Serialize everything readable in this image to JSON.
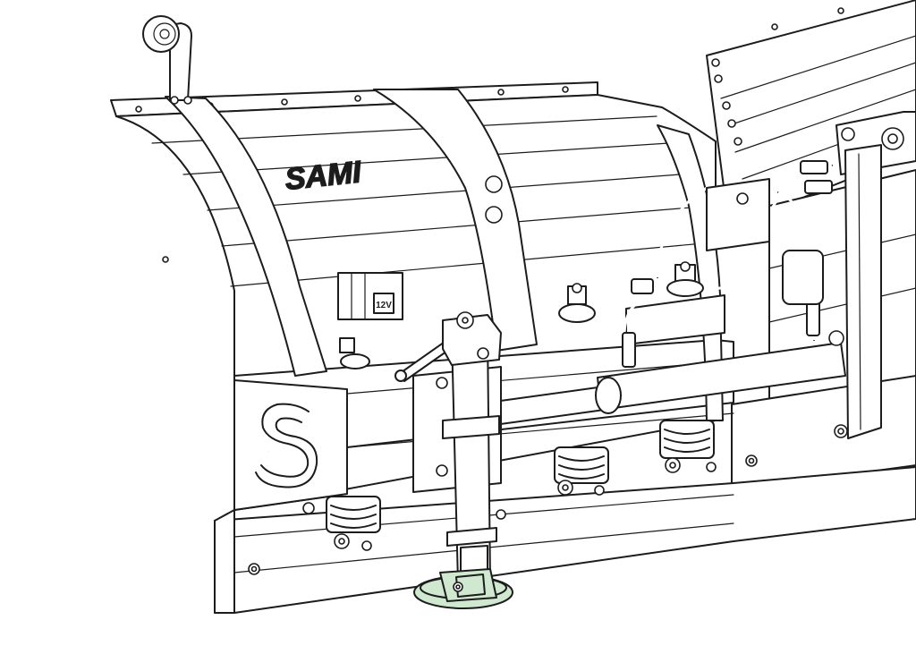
{
  "brand": {
    "logo_text": "SAMI",
    "emblem_letter": "S"
  },
  "labels": {
    "voltage": "12V"
  },
  "colors": {
    "line": "#1c1c1c",
    "background": "#ffffff",
    "highlight": "#cfe8cf"
  },
  "highlighted_part": "support-foot"
}
